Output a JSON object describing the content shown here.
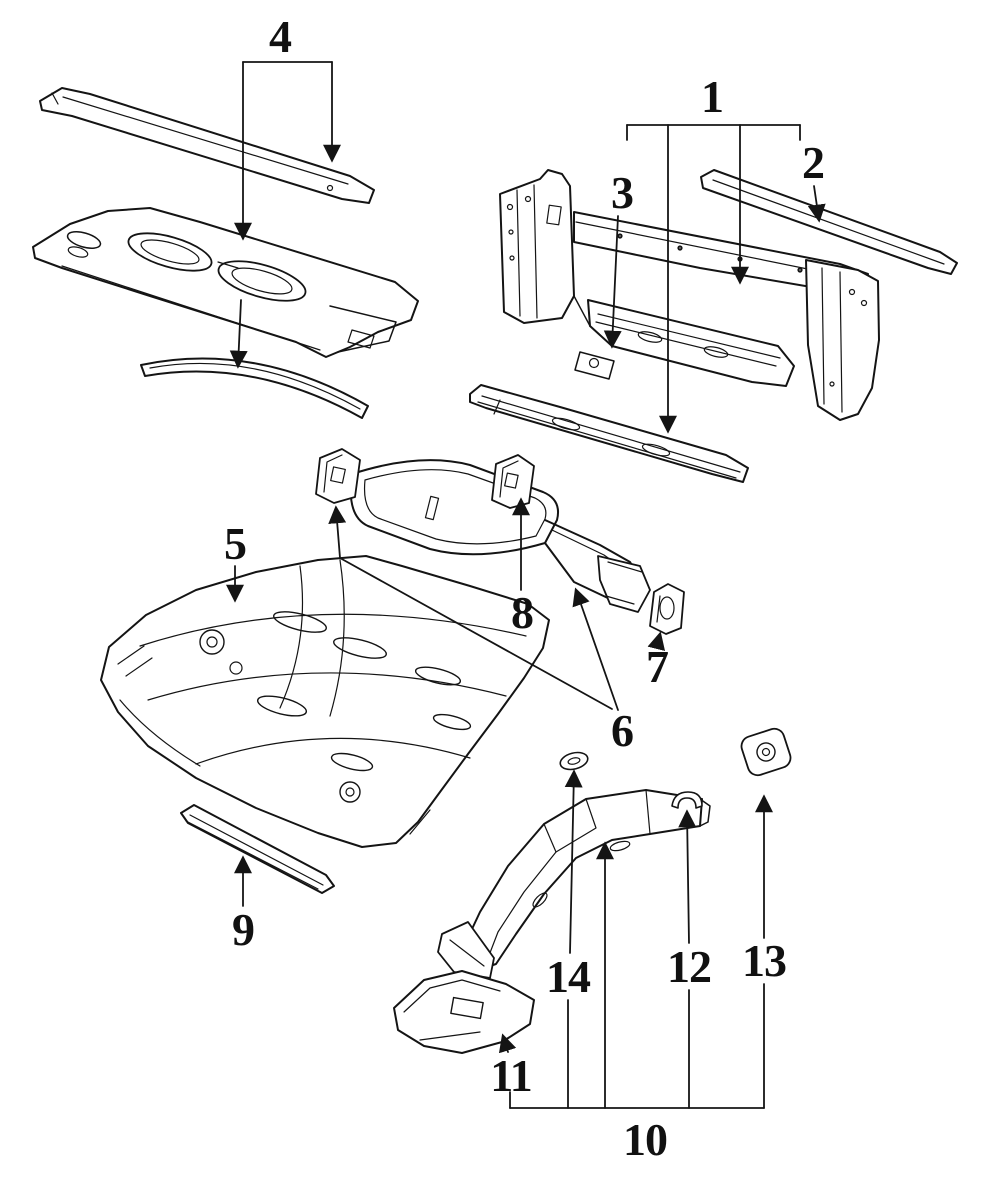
{
  "diagram": {
    "kind": "exploded-parts-diagram",
    "background_color": "#ffffff",
    "line_color": "#141414",
    "callouts": [
      {
        "label": "1"
      },
      {
        "label": "2"
      },
      {
        "label": "3"
      },
      {
        "label": "4"
      },
      {
        "label": "5"
      },
      {
        "label": "6"
      },
      {
        "label": "7"
      },
      {
        "label": "8"
      },
      {
        "label": "9"
      },
      {
        "label": "10"
      },
      {
        "label": "11"
      },
      {
        "label": "12"
      },
      {
        "label": "13"
      },
      {
        "label": "14"
      }
    ]
  }
}
